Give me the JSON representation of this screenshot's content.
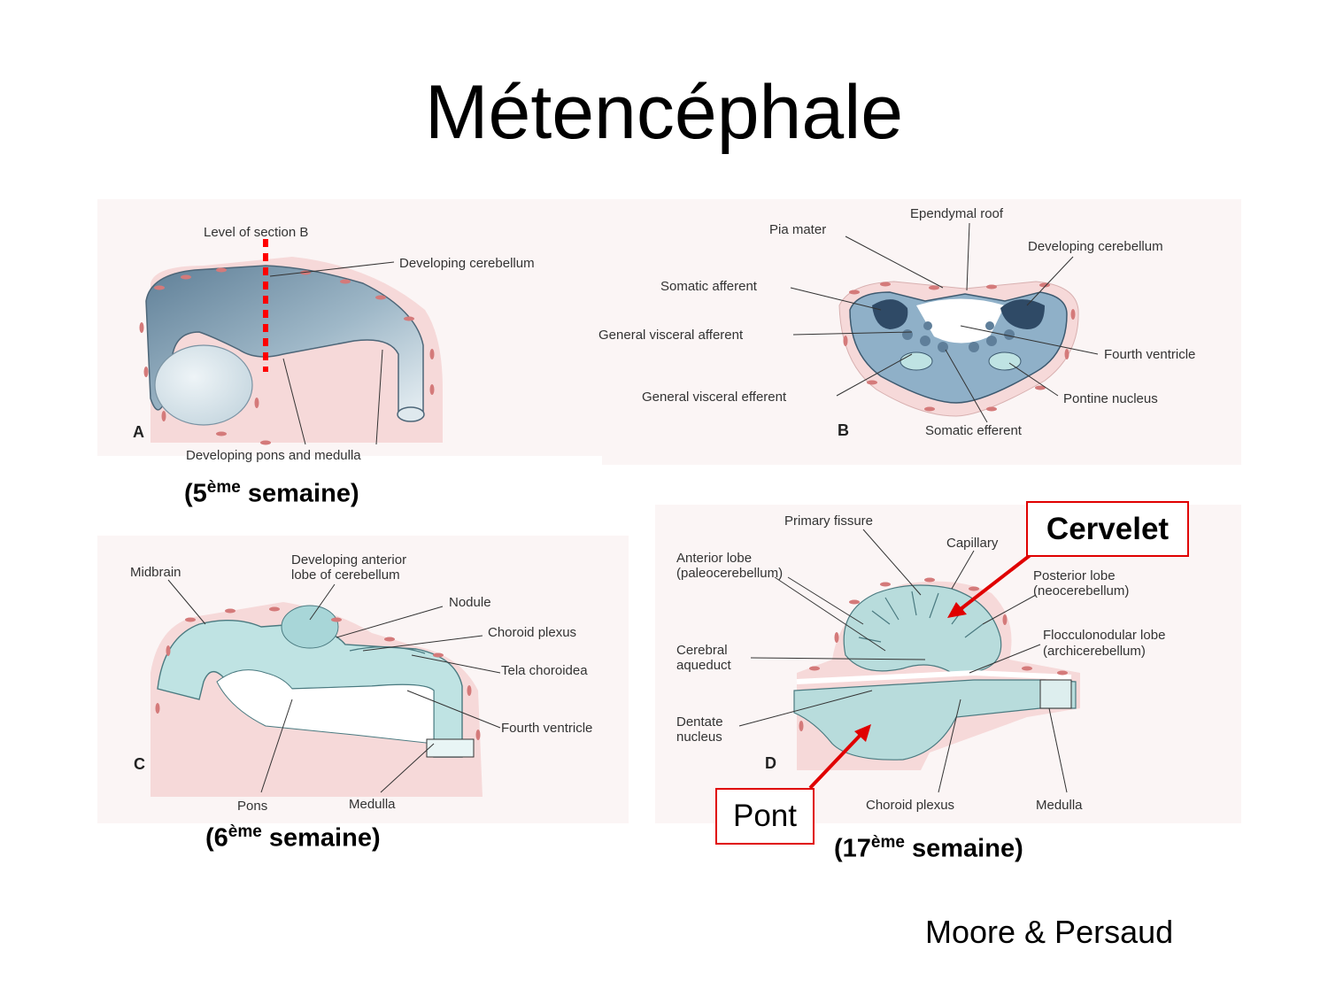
{
  "title": "Métencéphale",
  "credit": "Moore & Persaud",
  "panels": {
    "A": {
      "letter": "A",
      "labels": {
        "level": "Level of section B",
        "cerebellum": "Developing cerebellum",
        "pons": "Developing pons and medulla"
      },
      "caption": {
        "num": "(5",
        "sup": "ème",
        "rest": " semaine)"
      }
    },
    "B": {
      "letter": "B",
      "labels": {
        "ependymal": "Ependymal roof",
        "pia": "Pia mater",
        "cerebellum": "Developing cerebellum",
        "somatic_aff": "Somatic afferent",
        "gva": "General visceral afferent",
        "fourth": "Fourth ventricle",
        "gve": "General visceral efferent",
        "pontine": "Pontine nucleus",
        "somatic_eff": "Somatic efferent"
      }
    },
    "C": {
      "letter": "C",
      "labels": {
        "midbrain": "Midbrain",
        "ant_lobe_1": "Developing anterior",
        "ant_lobe_2": "lobe of cerebellum",
        "nodule": "Nodule",
        "choroid": "Choroid plexus",
        "tela": "Tela choroidea",
        "fourth": "Fourth ventricle",
        "pons": "Pons",
        "medulla": "Medulla"
      },
      "caption": {
        "num": "(6",
        "sup": "ème",
        "rest": " semaine)"
      }
    },
    "D": {
      "letter": "D",
      "labels": {
        "primary": "Primary fissure",
        "capillary": "Capillary",
        "ant_1": "Anterior lobe",
        "ant_2": "(paleocerebellum)",
        "post_1": "Posterior lobe",
        "post_2": "(neocerebellum)",
        "cer_aq_1": "Cerebral",
        "cer_aq_2": "aqueduct",
        "floc_1": "Flocculonodular lobe",
        "floc_2": "(archicerebellum)",
        "dent_1": "Dentate",
        "dent_2": "nucleus",
        "choroid": "Choroid plexus",
        "medulla": "Medulla"
      },
      "caption": {
        "num": "(17",
        "sup": "ème",
        "rest": " semaine)"
      }
    }
  },
  "callouts": {
    "cervelet": "Cervelet",
    "pont": "Pont"
  },
  "colors": {
    "tissue": "#f6d9d9",
    "neural_a": "#6f8fa6",
    "neural_light": "#bfe3e3",
    "callout": "#e00000",
    "dash": "#ff0000"
  }
}
